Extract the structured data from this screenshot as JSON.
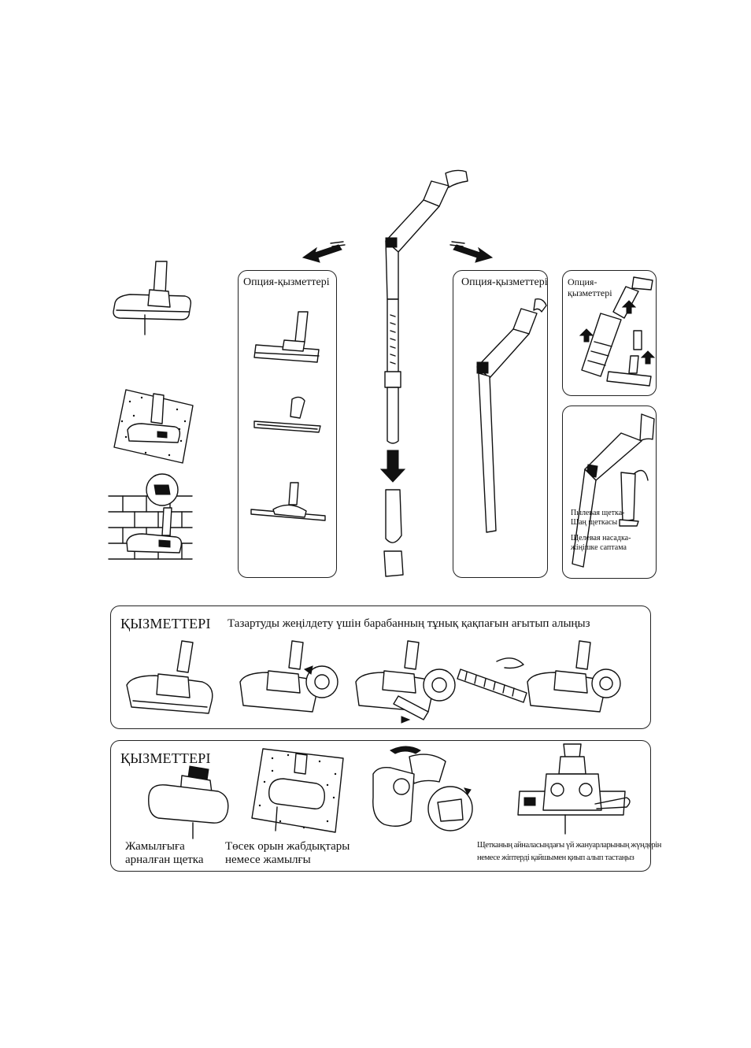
{
  "top_section": {
    "panel_optional_left": {
      "title": "Опция-қызметтері"
    },
    "panel_optional_right": {
      "title": "Опция-қызметтері"
    },
    "panel_optional_small": {
      "title_line1": "Опция-",
      "title_line2": "қызметтері"
    },
    "panel_crevice": {
      "line1": "Пылевая щетка-",
      "line2": "Шаң щеткасы",
      "line3": "Щелевая насадка-",
      "line4": "жіңішке саптама"
    }
  },
  "middle_section": {
    "heading": "ҚЫЗМЕТТЕРІ",
    "instruction": "Тазартуды жеңілдету үшін барабанның тұнық қақпағын ағытып алыңыз"
  },
  "bottom_section": {
    "heading": "ҚЫЗМЕТТЕРІ",
    "caption_brush_line1": "Жамылғыға",
    "caption_brush_line2": "арналған щетка",
    "caption_bedding_line1": "Төсек орын жабдықтары",
    "caption_bedding_line2": "немесе жамылғы",
    "caption_cleaning_line1": "Щетканың айналасындағы үй жануарларының жүндерін",
    "caption_cleaning_line2": "немесе жіптерді қайшымен қиып алып тастаңыз"
  },
  "icons": {
    "arrow_left": "arrow-down-left-icon",
    "arrow_right": "arrow-down-right-icon",
    "arrow_down": "arrow-down-icon",
    "arrow_up": "arrow-up-icon"
  }
}
